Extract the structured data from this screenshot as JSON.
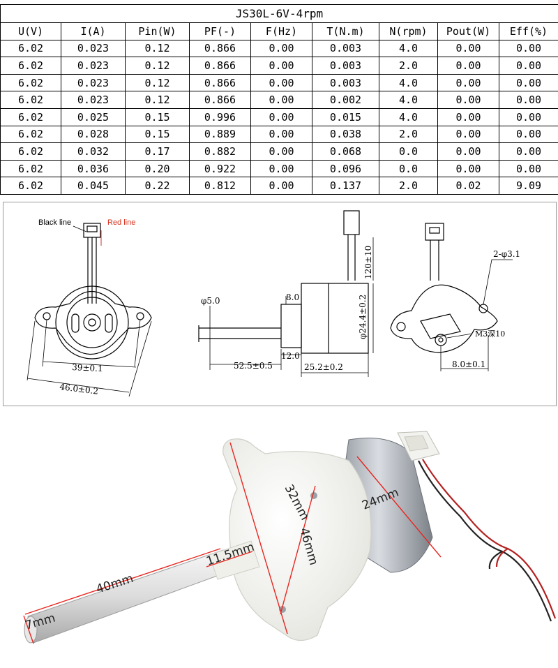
{
  "table": {
    "title": "JS30L-6V-4rpm",
    "headers": [
      "U(V)",
      "I(A)",
      "Pin(W)",
      "PF(-)",
      "F(Hz)",
      "T(N.m)",
      "N(rpm)",
      "Pout(W)",
      "Eff(%)"
    ],
    "rows": [
      [
        "6.02",
        "0.023",
        "0.12",
        "0.866",
        "0.00",
        "0.003",
        "4.0",
        "0.00",
        "0.00"
      ],
      [
        "6.02",
        "0.023",
        "0.12",
        "0.866",
        "0.00",
        "0.003",
        "2.0",
        "0.00",
        "0.00"
      ],
      [
        "6.02",
        "0.023",
        "0.12",
        "0.866",
        "0.00",
        "0.003",
        "4.0",
        "0.00",
        "0.00"
      ],
      [
        "6.02",
        "0.023",
        "0.12",
        "0.866",
        "0.00",
        "0.002",
        "4.0",
        "0.00",
        "0.00"
      ],
      [
        "6.02",
        "0.025",
        "0.15",
        "0.996",
        "0.00",
        "0.015",
        "4.0",
        "0.00",
        "0.00"
      ],
      [
        "6.02",
        "0.028",
        "0.15",
        "0.889",
        "0.00",
        "0.038",
        "2.0",
        "0.00",
        "0.00"
      ],
      [
        "6.02",
        "0.032",
        "0.17",
        "0.882",
        "0.00",
        "0.068",
        "0.0",
        "0.00",
        "0.00"
      ],
      [
        "6.02",
        "0.036",
        "0.20",
        "0.922",
        "0.00",
        "0.096",
        "0.0",
        "0.00",
        "0.00"
      ],
      [
        "6.02",
        "0.045",
        "0.22",
        "0.812",
        "0.00",
        "0.137",
        "2.0",
        "0.02",
        "9.09"
      ]
    ]
  },
  "drawings": {
    "front": {
      "black_line": "Black line",
      "red_line": "Red line",
      "dim_inner": "39±0.1",
      "dim_outer": "46.0±0.2"
    },
    "side": {
      "shaft_dia": "φ5.0",
      "shaft_len": "52.5±0.5",
      "boss_len": "12.0",
      "boss_h": "8.0",
      "body_len": "25.2±0.2",
      "body_dia": "φ24.4±0.2",
      "lead_len": "120±10"
    },
    "rear": {
      "holes": "2-φ3.1",
      "screw": "M3深10",
      "offset": "8.0±0.1"
    }
  },
  "photo": {
    "dims": {
      "shaft_dia": "7mm",
      "shaft_len": "40mm",
      "boss_len": "11.5mm",
      "hole_span": "32mm",
      "flange_span": "46mm",
      "motor_dia": "24mm"
    },
    "colors": {
      "dim_line": "#e8261f",
      "plastic": "#f4f4f0",
      "metal": "#b8bcc2"
    }
  }
}
